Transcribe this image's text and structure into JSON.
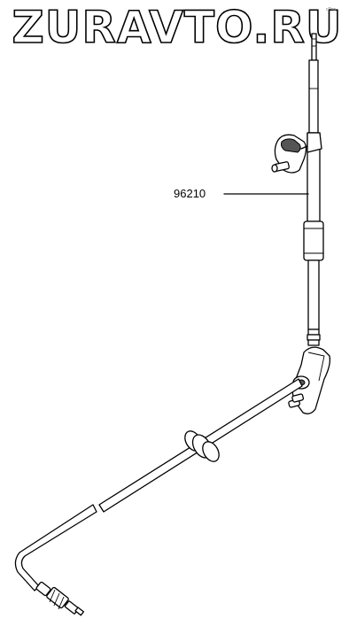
{
  "watermark": {
    "text": "ZURAVTO.RU"
  },
  "corner_mark": "cPns",
  "callouts": [
    {
      "part_number": "96210"
    }
  ]
}
